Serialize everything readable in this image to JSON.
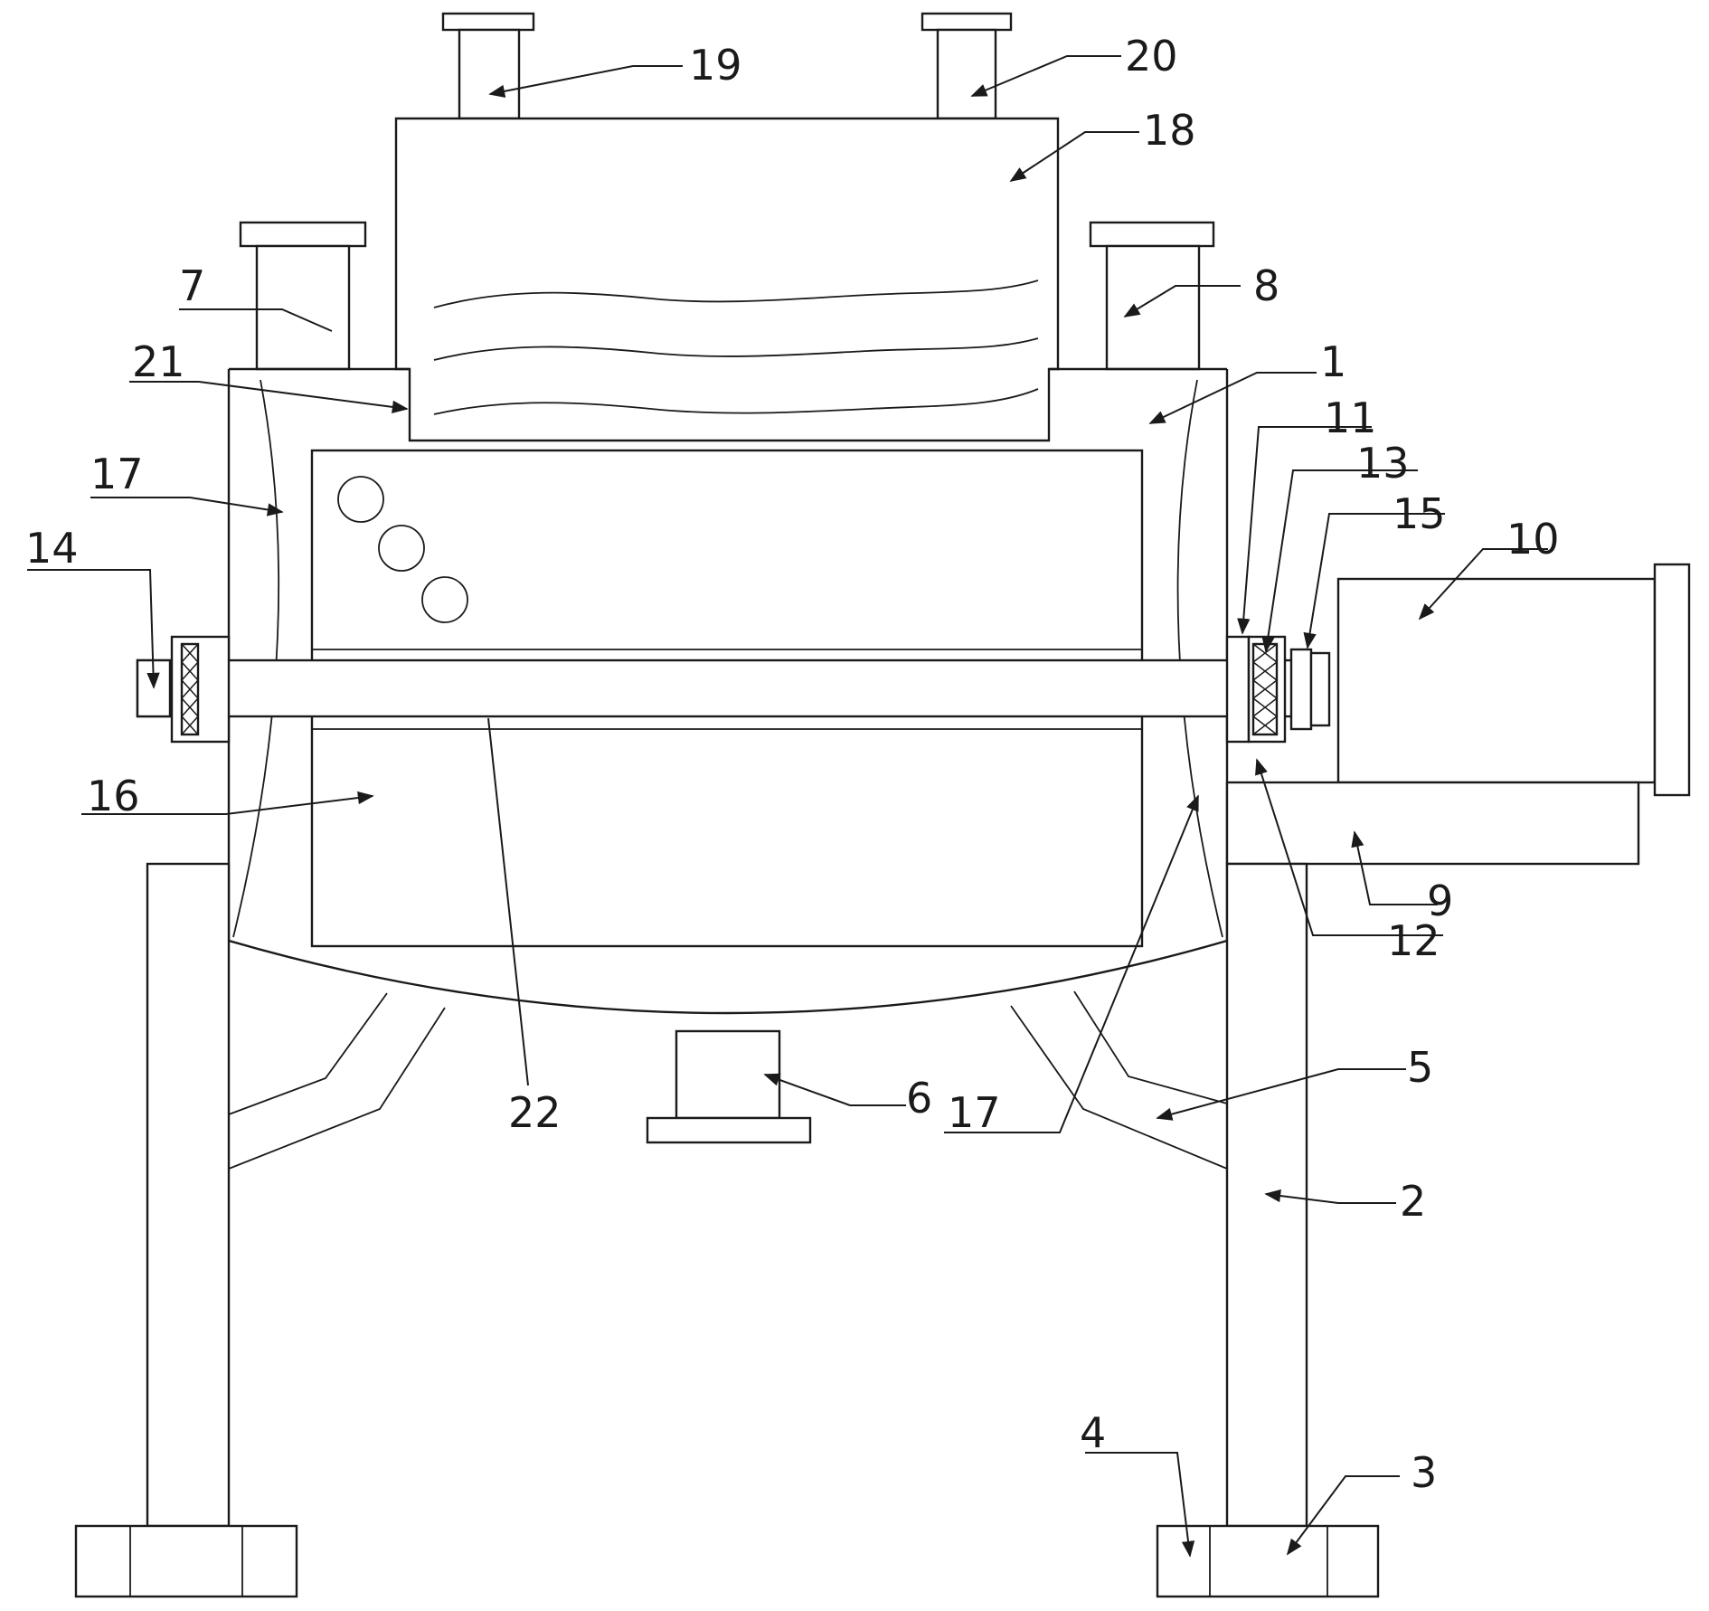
{
  "labels": {
    "l1": "1",
    "l2": "2",
    "l3": "3",
    "l4": "4",
    "l5": "5",
    "l6": "6",
    "l7": "7",
    "l8": "8",
    "l9": "9",
    "l10": "10",
    "l11": "11",
    "l12": "12",
    "l13": "13",
    "l14": "14",
    "l15": "15",
    "l16": "16",
    "l17a": "17",
    "l17b": "17",
    "l18": "18",
    "l19": "19",
    "l20": "20",
    "l21": "21",
    "l22": "22"
  }
}
